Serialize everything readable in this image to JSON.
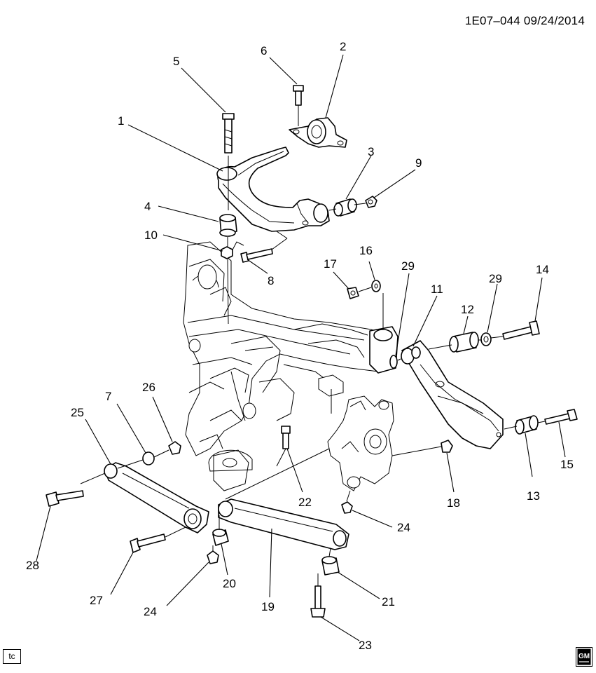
{
  "diagram_code": "1E07–044",
  "diagram_date": "09/24/2014",
  "tc_label": "tc",
  "gm_logo_text": "GM",
  "callouts": {
    "c1": "1",
    "c2": "2",
    "c3": "3",
    "c4": "4",
    "c5": "5",
    "c6": "6",
    "c7": "7",
    "c8": "8",
    "c9": "9",
    "c10": "10",
    "c11": "11",
    "c12": "12",
    "c13": "13",
    "c14": "14",
    "c15": "15",
    "c16": "16",
    "c17": "17",
    "c18": "18",
    "c19": "19",
    "c20": "20",
    "c21": "21",
    "c22": "22",
    "c23": "23",
    "c24a": "24",
    "c24b": "24",
    "c25": "25",
    "c26": "26",
    "c27": "27",
    "c28": "28",
    "c29a": "29",
    "c29b": "29"
  }
}
